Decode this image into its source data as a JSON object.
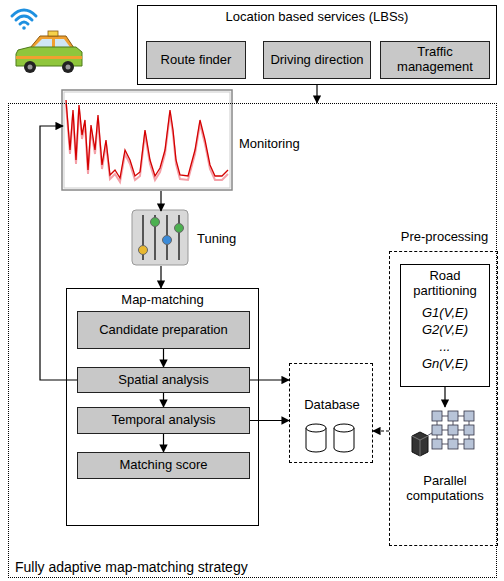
{
  "diagram": {
    "nodes": [
      {
        "text": [
          "Location based services (LBSs)"
        ]
      },
      {
        "text": [
          "Route finder"
        ],
        "in": 0
      },
      {
        "text": [
          "Driving direction"
        ],
        "in": 0
      },
      {
        "text": [
          "Traffic management"
        ],
        "in": 0
      },
      {
        "text": [
          "Fully adaptive map-matching strategy"
        ]
      },
      {
        "text": [
          "Monitoring"
        ],
        "in": 4
      },
      {
        "text": [
          "Tuning"
        ],
        "in": 4
      },
      {
        "text": [
          "Map-matching"
        ],
        "in": 4
      },
      {
        "text": [
          "Candidate preparation"
        ],
        "in": 7
      },
      {
        "text": [
          "Spatial analysis"
        ],
        "in": 7
      },
      {
        "text": [
          "Temporal analysis"
        ],
        "in": 7
      },
      {
        "text": [
          "Matching score"
        ],
        "in": 7
      },
      {
        "text": [
          "Database"
        ],
        "in": 4
      },
      {
        "text": [
          "Pre-processing"
        ],
        "in": 4
      },
      {
        "text": [
          "Road partitioning",
          "G1(V,E)",
          "G2(V,E)",
          "...",
          "Gn(V,E)"
        ],
        "in": 13
      },
      {
        "text": [
          "Parallel computations"
        ],
        "in": 13
      }
    ],
    "edges": [
      {
        "from": 0,
        "to": 4,
        "arrow": "to"
      },
      {
        "from": 5,
        "to": 6,
        "arrow": "to"
      },
      {
        "from": 6,
        "to": 7,
        "arrow": "to"
      },
      {
        "from": 8,
        "to": 9,
        "arrow": "to"
      },
      {
        "from": 9,
        "to": 10,
        "arrow": "to"
      },
      {
        "from": 10,
        "to": 11,
        "arrow": "to"
      },
      {
        "from": 9,
        "to": 5,
        "arrow": "to"
      },
      {
        "from": 9,
        "to": 12,
        "arrow": "to"
      },
      {
        "from": 10,
        "to": 12,
        "arrow": "to"
      },
      {
        "from": 13,
        "to": 12,
        "arrow": "to"
      },
      {
        "from": 14,
        "to": 15,
        "arrow": "to"
      }
    ]
  }
}
